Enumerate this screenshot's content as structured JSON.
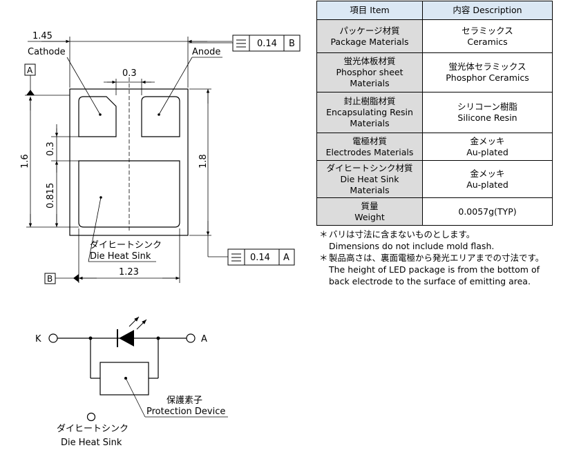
{
  "package": {
    "dim_width": "1.45",
    "cathode": "Cathode",
    "anode": "Anode",
    "gap": "0.3",
    "flatness_top_symbol": "⌯",
    "flatness_top_value": "0.14",
    "flatness_top_datum": "B",
    "datum_a": "A",
    "datum_b": "B",
    "dim_height_total": "1.6",
    "dim_height_outer": "1.8",
    "dim_gap_vertical": "0.3",
    "dim_sink_height": "0.815",
    "sink_label_jp": "ダイヒートシンク",
    "sink_label_en": "Die Heat Sink",
    "flatness_bottom_symbol": "⌯",
    "flatness_bottom_value": "0.14",
    "flatness_bottom_datum": "A",
    "dim_sink_width": "1.23"
  },
  "circuit": {
    "k": "K",
    "a": "A",
    "protection_jp": "保護素子",
    "protection_en": "Protection Device",
    "sink_jp": "ダイヒートシンク",
    "sink_en": "Die Heat Sink"
  },
  "table": {
    "header_item": "項目 Item",
    "header_desc": "内容 Description",
    "rows": [
      {
        "label_jp": "パッケージ材質",
        "label_en": "Package Materials",
        "label_en2": "",
        "value_jp": "セラミックス",
        "value_en": "Ceramics"
      },
      {
        "label_jp": "蛍光体板材質",
        "label_en": "Phosphor sheet",
        "label_en2": "Materials",
        "value_jp": "蛍光体セラミックス",
        "value_en": "Phosphor Ceramics"
      },
      {
        "label_jp": "封止樹脂材質",
        "label_en": "Encapsulating Resin",
        "label_en2": "Materials",
        "value_jp": "シリコーン樹脂",
        "value_en": "Silicone Resin"
      },
      {
        "label_jp": "電極材質",
        "label_en": "Electrodes Materials",
        "label_en2": "",
        "value_jp": "金メッキ",
        "value_en": "Au-plated"
      },
      {
        "label_jp": "ダイヒートシンク材質",
        "label_en": "Die Heat Sink",
        "label_en2": "Materials",
        "value_jp": "金メッキ",
        "value_en": "Au-plated"
      },
      {
        "label_jp": "質量",
        "label_en": "Weight",
        "label_en2": "",
        "value_jp": "",
        "value_en": "0.0057g(TYP)"
      }
    ]
  },
  "notes": [
    {
      "mark": "＊",
      "line1": "バリは寸法に含まないものとします。",
      "line2": "Dimensions do not include mold flash.",
      "line3": ""
    },
    {
      "mark": "＊",
      "line1": "製品高さは、裏面電極から発光エリアまでの寸法です。",
      "line2": "The height of LED package is from the bottom of",
      "line3": "back electrode to the surface of emitting area."
    }
  ]
}
